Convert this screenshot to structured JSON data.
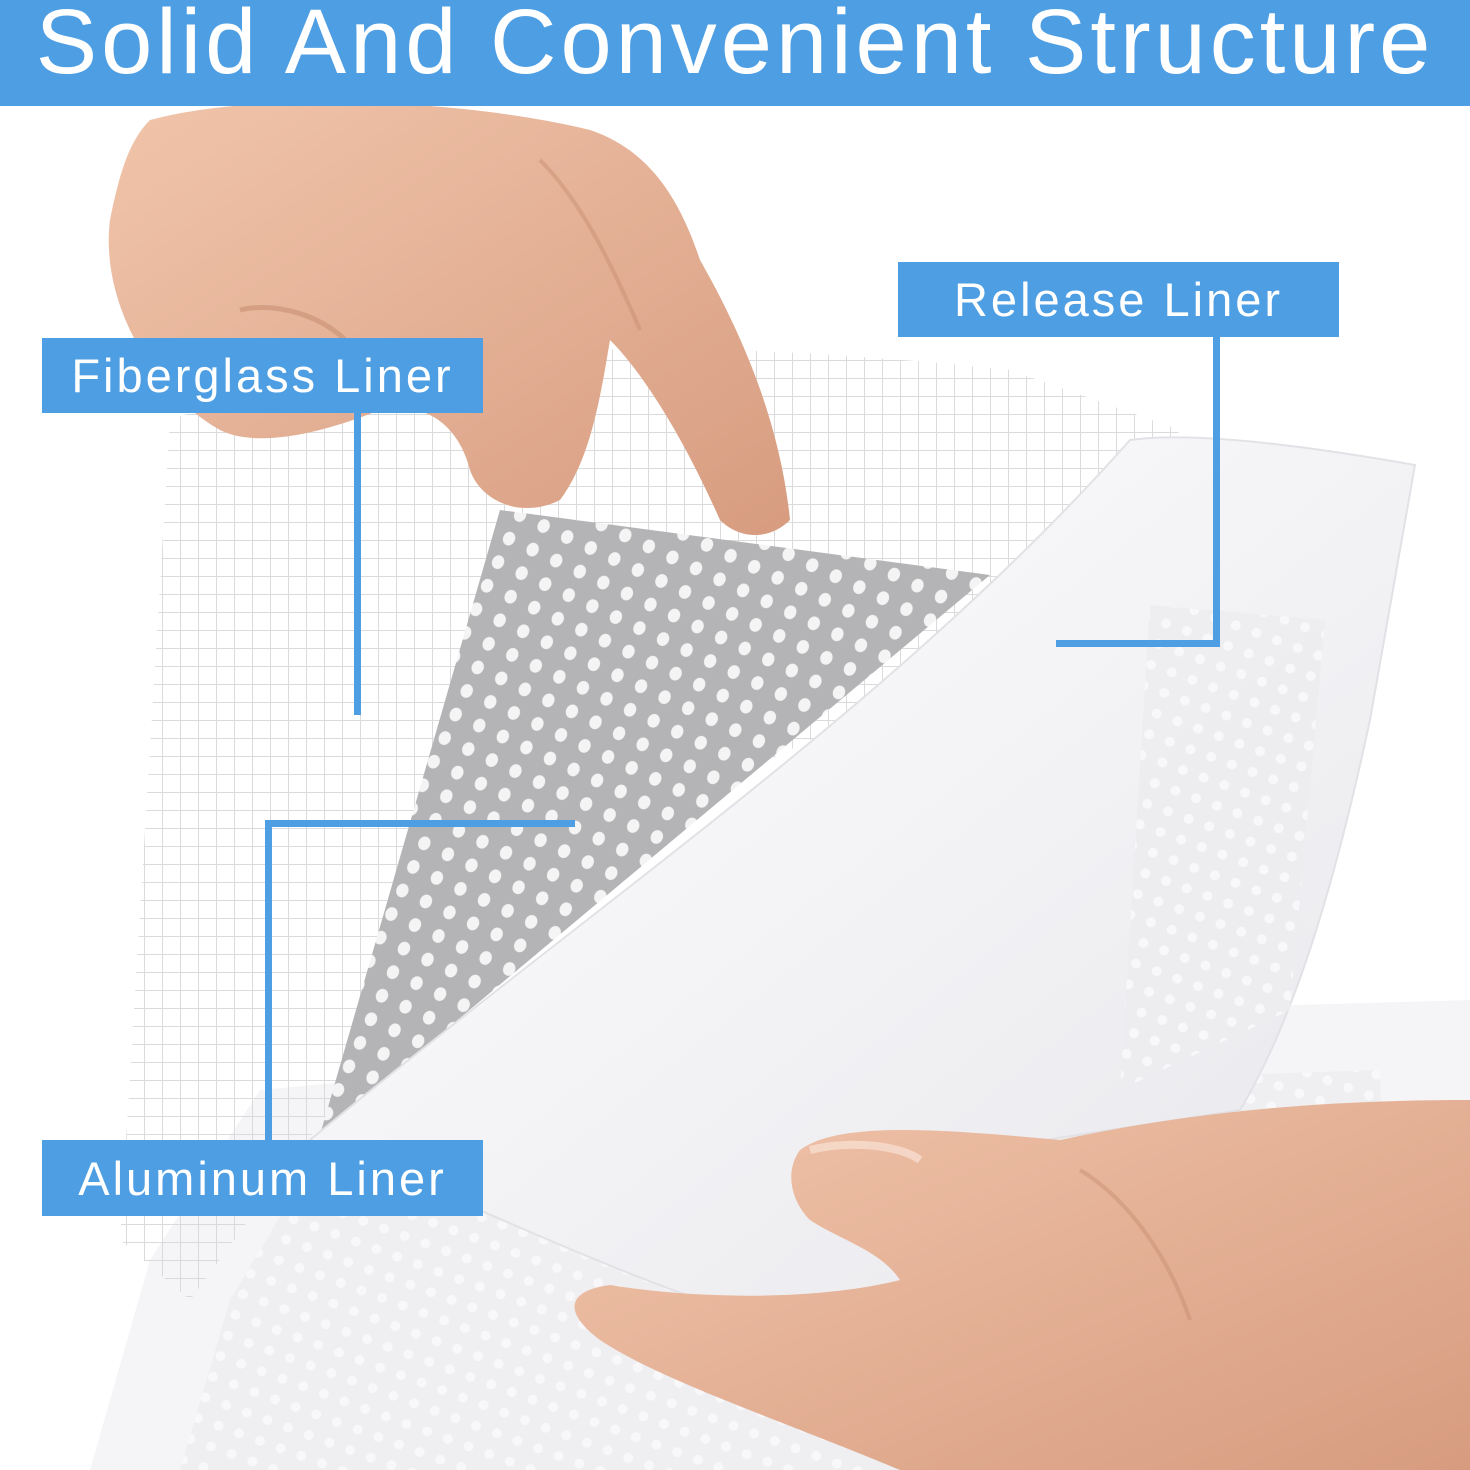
{
  "header": {
    "title": "Solid And Convenient Structure",
    "band_color": "#4d9ee3",
    "text_color": "#ffffff"
  },
  "callouts": {
    "fiberglass": "Fiberglass Liner",
    "release": "Release Liner",
    "aluminum": "Aluminum Liner"
  },
  "photo": {
    "subject": "hands peeling layered repair patch: fiberglass mesh, perforated aluminum sheet, white release liner",
    "palette": {
      "skin": "#e9b79c",
      "aluminum": "#bdbdbd",
      "paper": "#f6f6f8",
      "mesh": "#ececec"
    }
  }
}
